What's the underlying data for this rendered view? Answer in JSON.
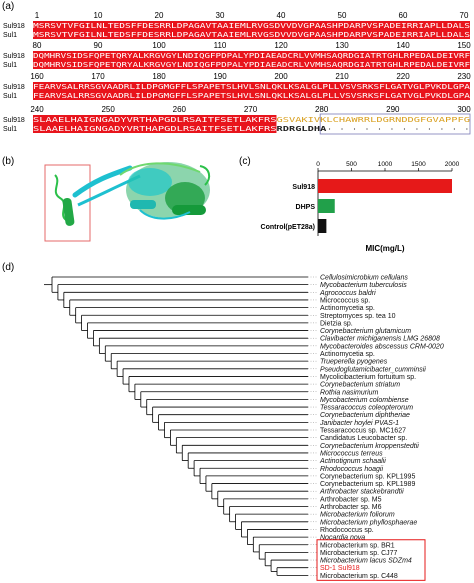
{
  "panel_labels": {
    "a": "(a)",
    "b": "(b)",
    "c": "(c)",
    "d": "(d)"
  },
  "colors": {
    "conserved_bg": "#e8141c",
    "variable_text": "#d9a020",
    "box": "#7a7ab8",
    "red": "#e61919",
    "green": "#21a04a",
    "black": "#111111"
  },
  "alignment": {
    "blocks": [
      {
        "numbers": [
          "1",
          "10",
          "20",
          "30",
          "40",
          "50",
          "60",
          "70"
        ],
        "rows": [
          {
            "name": "Sul918",
            "seq": "MSRSVTVFGILNLTEDSFFDESRRLDPAGAVTAAIEMLRVGSDVVDVGPAASHPDARPVSPADEIRRIAPLLDALS"
          },
          {
            "name": "Sul1",
            "seq": "MSRSVTVFGILNLTEDSFFDESRRLDPAGAVTAAIEMLRVGSDVVDVGPAASHPDARPVSPADEIRRIAPLLDALS"
          }
        ]
      },
      {
        "numbers": [
          "80",
          "90",
          "100",
          "110",
          "120",
          "130",
          "140",
          "150"
        ],
        "rows": [
          {
            "name": "Sul918",
            "seq": "DQMHRVSIDSFQPETQRYALKRGVGYLNDIQGFPDPALYPDIAEADCRLVVMHSAQRDGIATRTGHLRPEDALDEIVRF"
          },
          {
            "name": "Sul1",
            "seq": "DQMHRVSIDSFQPETQRYALKRGVGYLNDIQGFPDPALYPDIAEADCRLVVMHSAQRDGIATRTGHLRPEDALDEIVRF"
          }
        ]
      },
      {
        "numbers": [
          "160",
          "170",
          "180",
          "190",
          "200",
          "210",
          "220",
          "230"
        ],
        "rows": [
          {
            "name": "Sul918",
            "seq": "FEARVSALRRSGVAADRLILDPGMGFFLSPAPETSLHVLSNLQKLKSALGLPLLVSVSRKSFLGATVGLPVKDLGPA"
          },
          {
            "name": "Sul1",
            "seq": "FEARVSALRRSGVAADRLILDPGMGFFLSPAPETSLHVLSNLQKLKSALGLPLLVSVSRKSFLGATVGLPVKDLGPA"
          }
        ]
      },
      {
        "numbers": [
          "240",
          "250",
          "260",
          "270",
          "280",
          "290",
          "300"
        ],
        "rows": [
          {
            "name": "Sul918",
            "seq": "SLAAELHAIGNGADYVRTHAPGDLRSAITFSETLAKFRSGSVAKIVKLCHAWRRLDGRNDDGFGVAPPFG"
          },
          {
            "name": "Sul1",
            "seq": "SLAAELHAIGNGADYVRTHAPGDLRSAITFSETLAKFRSRDRGLDHA"
          }
        ]
      }
    ]
  },
  "chart_data": {
    "type": "bar",
    "orientation": "horizontal",
    "categories": [
      "Sul918",
      "DHPS",
      "Control(pET28a)"
    ],
    "values": [
      2000,
      250,
      125
    ],
    "xlim": [
      0,
      2000
    ],
    "xticks": [
      "0",
      "500",
      "1000",
      "1500",
      "2000"
    ],
    "xlabel": "MIC(mg/L)",
    "bar_colors": [
      "#e61919",
      "#21a04a",
      "#111111"
    ]
  },
  "tree": {
    "taxa": [
      "Cellulosimicrobium cellulans",
      "Mycobacterium tuberculosis",
      "Agrococcus baldri",
      "Micrococcus sp.",
      "Actinomycetia sp.",
      "Streptomyces sp. tea 10",
      "Dietzia sp.",
      "Corynebacterium glutamicum",
      "Clavibacter michiganensis LMG 26808",
      "Mycobacteroides abscessus CRM-0020",
      "Actinomycetia sp.",
      "Trueperella pyogenes",
      "Pseudoglutamicibacter_cumminsii",
      "Mycolicibacterium fortuitum sp.",
      "Corynebacterium striatum",
      "Rothia nasimurium",
      "Mycobacterium colombiense",
      "Tessaracoccus coleopterorum",
      "Corynebacterium diphtheriae",
      "Janibacter hoylei PVAS-1",
      "Tessaracoccus sp. MC1627",
      "Candidatus Leucobacter sp.",
      "Corynebacterium kroppenstedtii",
      "Micrococcus terreus",
      "Actinotignum schaalii",
      "Rhodococcus hoagii",
      "Corynebacterium sp. KPL1995",
      "Corynebacterium sp. KPL1989",
      "Arthrobacter stackebrandtii",
      "Arthrobacter sp. M5",
      "Arthrobacter sp. M6",
      "Microbacterium foliorum",
      "Microbacterium phyllosphaerae",
      "Rhodococcus sp.",
      "Nocardia nova",
      "Microbacterium sp. BR1",
      "Microbacterium sp. CJ77",
      "Microbacterium lacus SDZm4",
      "SD-1 Sul918",
      "Microbacterium sp. C448"
    ],
    "highlight_index": 38
  }
}
